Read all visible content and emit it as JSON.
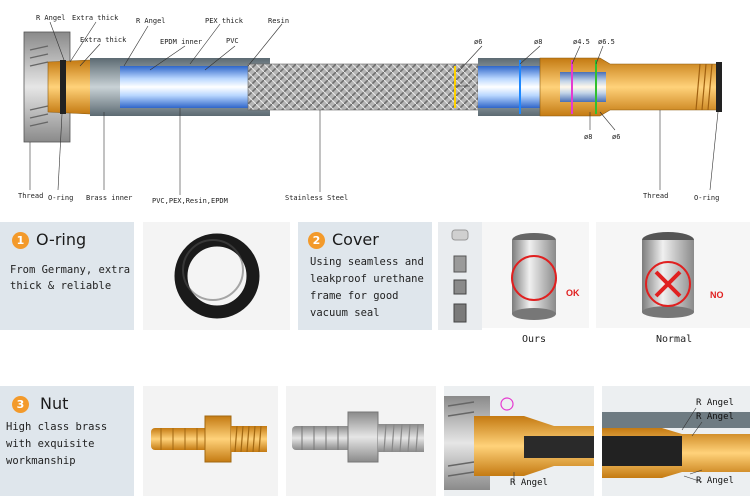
{
  "diagram": {
    "labels": {
      "r_angle_1": "R Angel",
      "extra_thick_1": "Extra thick",
      "extra_thick_2": "Extra thick",
      "r_angle_2": "R Angel",
      "epdm_inner": "EPDM inner",
      "pex_thick": "PEX thick",
      "pvc": "PVC",
      "resin": "Resin",
      "d6_top": "ø6",
      "d8_top": "ø8",
      "d45_top": "ø4.5",
      "d65_top": "ø6.5",
      "d8_bottom": "ø8",
      "d6_bottom": "ø6",
      "thread_left": "Thread",
      "oring_left": "O-ring",
      "brass_inner": "Brass inner",
      "pvc_pex": "PVC,PEX,Resin,EPDM",
      "stainless": "Stainless Steel",
      "thread_right": "Thread",
      "oring_right": "O-ring"
    }
  },
  "features": {
    "oring": {
      "number": "1",
      "title": "O-ring",
      "desc": "From Germany, extra thick & reliable"
    },
    "cover": {
      "number": "2",
      "title": "Cover",
      "desc": "Using seamless and leakproof urethane frame for good vacuum seal",
      "ok_label": "OK",
      "no_label": "NO",
      "ours_caption": "Ours",
      "normal_caption": "Normal"
    },
    "nut": {
      "number": "3",
      "title": "Nut",
      "desc": "High class brass with exquisite workmanship",
      "r_angel_1": "R Angel",
      "r_angel_2": "R Angel",
      "r_angel_3": "R Angel",
      "r_angel_4": "R Angel"
    }
  },
  "colors": {
    "accent_orange": "#f39a2b",
    "panel_blue": "#dfe6ec",
    "brass": "#f0a83a",
    "ok_red": "#e02020"
  }
}
